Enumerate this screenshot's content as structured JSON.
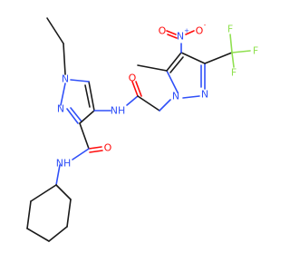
{
  "molecule": {
    "colors": {
      "carbon": "#1a1a1a",
      "nitrogen": "#3050F8",
      "oxygen": "#FF0D0D",
      "fluorine": "#90E050"
    },
    "labels": {
      "n1": "N",
      "n2": "N",
      "amide_nh_left": "NH",
      "amide_o_left": "O",
      "amide_nh_right": "NH",
      "amide_o_right": "O",
      "pz2_n1": "N",
      "pz2_n2": "N",
      "nitro_n": "N",
      "nitro_n_charge": "+",
      "nitro_o_top": "O",
      "nitro_o_top_charge": "-",
      "nitro_o_left": "O",
      "f_top": "F",
      "f_right": "F",
      "f_bottom": "F"
    }
  }
}
